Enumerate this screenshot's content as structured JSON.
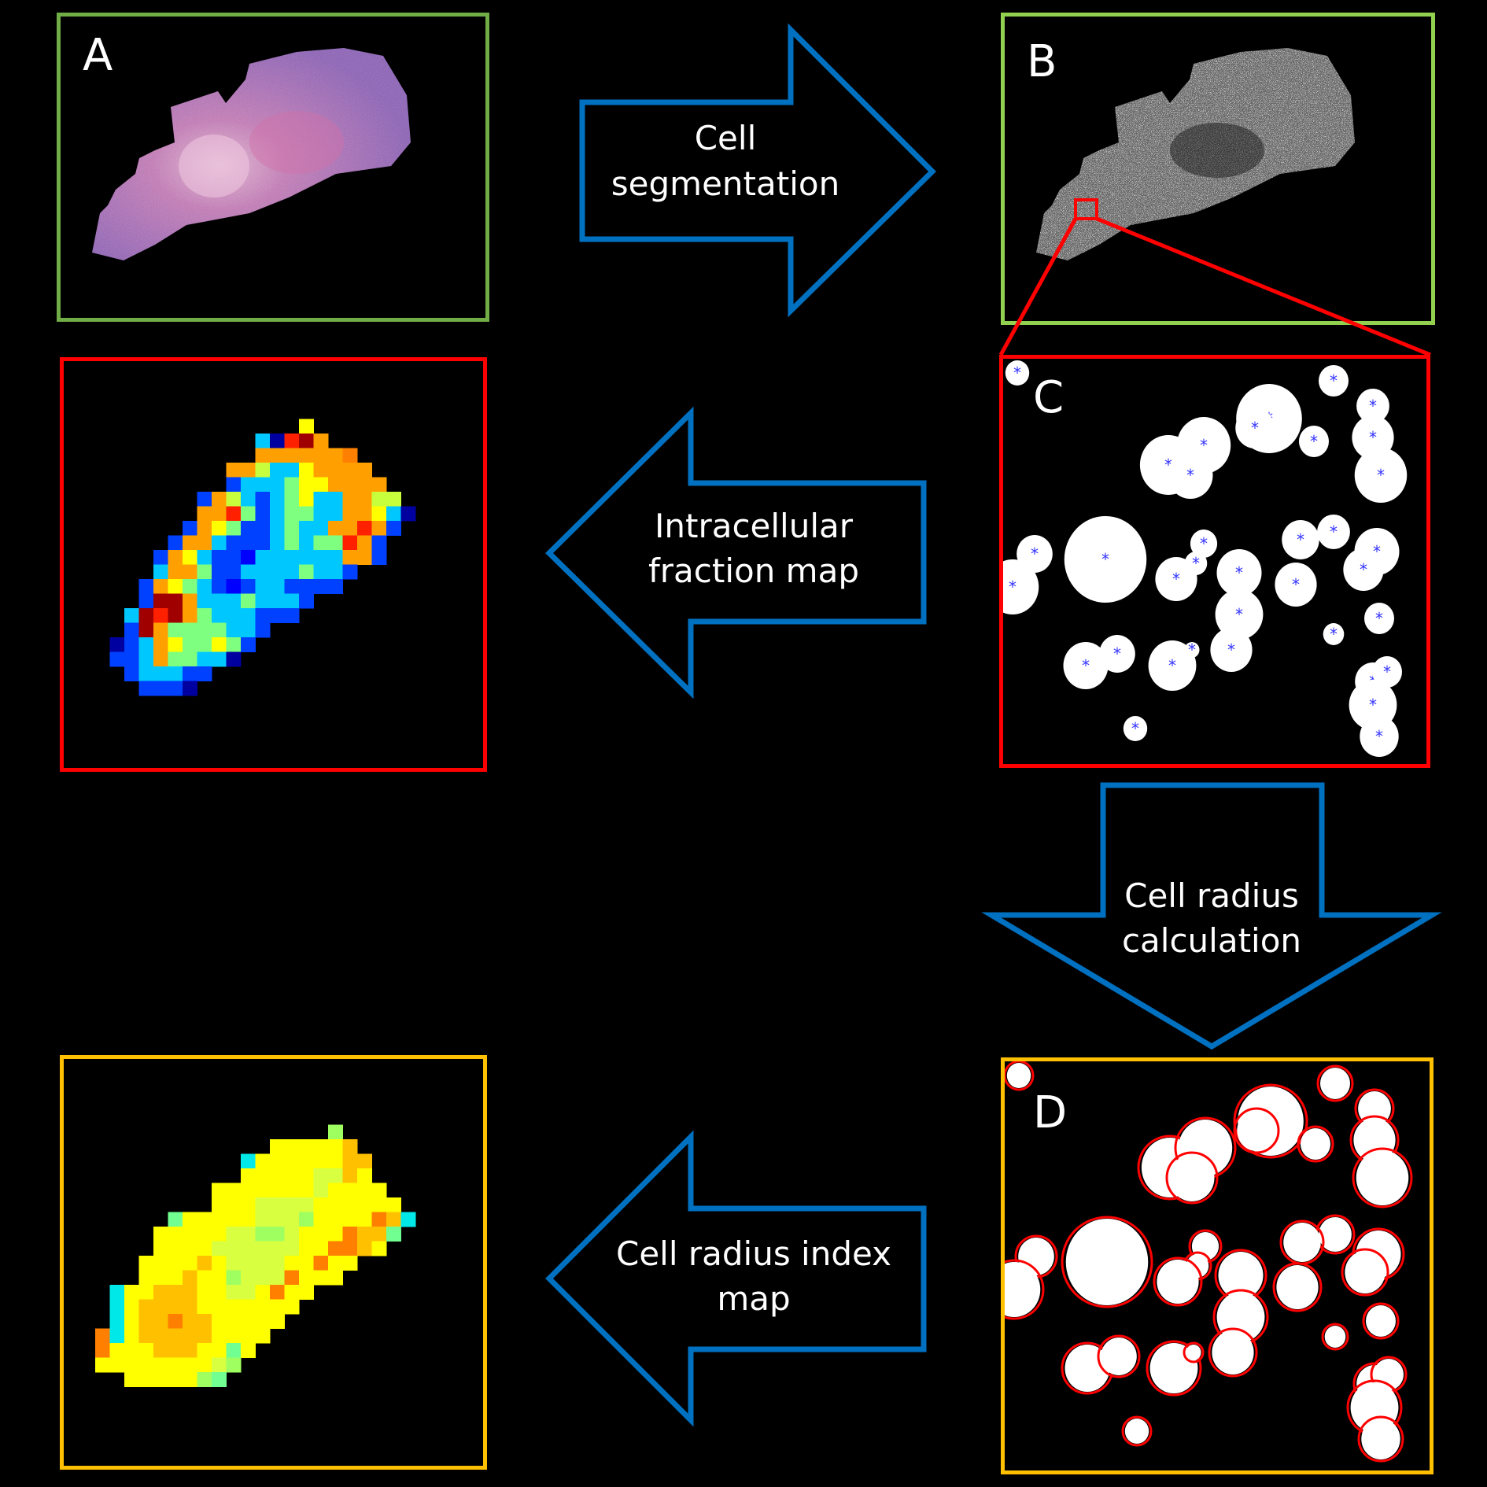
{
  "panels": {
    "a": {
      "label": "A",
      "border": "#70ad47"
    },
    "b": {
      "label": "B",
      "border": "#92d050"
    },
    "c": {
      "label": "C",
      "border": "#ff0000"
    },
    "map1": {
      "border": "#ff0000"
    },
    "d": {
      "label": "D",
      "border": "#ffc000"
    },
    "map2": {
      "border": "#ffc000"
    }
  },
  "arrows": {
    "segmentation": {
      "line1": "Cell",
      "line2": "segmentation"
    },
    "fraction": {
      "line1": "Intracellular",
      "line2": "fraction map"
    },
    "radius_calc": {
      "line1": "Cell radius",
      "line2": "calculation"
    },
    "radius_index": {
      "line1": "Cell radius index",
      "line2": "map"
    }
  },
  "colors": {
    "arrow": "#0070c0",
    "circle": "#ff0000",
    "centroid": "#3333ff"
  },
  "cells": [
    [
      18,
      18,
      16
    ],
    [
      420,
      28,
      20
    ],
    [
      470,
      60,
      22
    ],
    [
      210,
      135,
      38
    ],
    [
      338,
      76,
      44
    ],
    [
      255,
      110,
      36
    ],
    [
      320,
      88,
      26
    ],
    [
      395,
      105,
      20
    ],
    [
      238,
      148,
      30
    ],
    [
      470,
      100,
      28
    ],
    [
      480,
      148,
      35
    ],
    [
      420,
      220,
      22
    ],
    [
      475,
      245,
      30
    ],
    [
      40,
      248,
      24
    ],
    [
      130,
      255,
      55
    ],
    [
      255,
      235,
      18
    ],
    [
      245,
      260,
      15
    ],
    [
      220,
      280,
      28
    ],
    [
      300,
      272,
      30
    ],
    [
      378,
      230,
      25
    ],
    [
      372,
      287,
      28
    ],
    [
      458,
      268,
      27
    ],
    [
      478,
      330,
      20
    ],
    [
      12,
      290,
      35
    ],
    [
      300,
      325,
      32
    ],
    [
      290,
      370,
      28
    ],
    [
      420,
      350,
      14
    ],
    [
      105,
      390,
      30
    ],
    [
      145,
      375,
      24
    ],
    [
      215,
      390,
      32
    ],
    [
      240,
      370,
      10
    ],
    [
      470,
      410,
      24
    ],
    [
      488,
      398,
      20
    ],
    [
      470,
      440,
      32
    ],
    [
      478,
      480,
      26
    ],
    [
      168,
      470,
      16
    ]
  ],
  "heat1": {
    "rows": [
      "......................",
      "..............Y.......",
      "...........cDrRO......",
      "...........OOOOOOo....",
      ".........OOyccYOOOO...",
      ".........bcccGYYOOOO..",
      ".......bOycbcGYccOOyy.",
      ".......OOrGbcGGccOOYcD",
      "......bOYGbbcGccOOrOb.",
      ".....bOOcbbbcGcGGrOb..",
      "....bOYcbbBccccccOOb..",
      "....cOOGbbccccGccb....",
      "...bOYGcbBbccbbbb.....",
      "...bRROcccGcccb.......",
      "..cRrROGcccbbb........",
      "..bROGGGGccb..........",
      ".DbcOYGGYGb...........",
      ".bbcOGGccD............",
      "..bcccbb..............",
      "...bbbD..............."
    ],
    "palette": {
      "D": "#0000a0",
      "B": "#0000ff",
      "b": "#0040ff",
      "c": "#00c8ff",
      "C": "#00ffff",
      "G": "#7fff7f",
      "y": "#c8ff3c",
      "Y": "#ffff00",
      "O": "#ffa000",
      "o": "#ff8000",
      "r": "#ff2000",
      "R": "#a00000"
    }
  },
  "heat2": {
    "rows": [
      "......................",
      "................G.....",
      "............YYYYYO....",
      "..........aYYYYYYOO...",
      "..........YYYYYyyOY...",
      "........YYYYYYYyYYYY..",
      "........YYYyyyyYYYYYY.",
      ".....gYYYYYyyyGYYYYoOa",
      "....YYYYYyyGGyYYYoOOg.",
      "....YYYYyyyyyyYYooOY..",
      "...YYYYOYyyyyYYoYY....",
      "...YYYOYYGyyyoYYY.....",
      ".aYYOOOYYyyYoYY.......",
      ".aYOOOOYYYYYYY........",
      ".aYOOoOOYYYYY.........",
      "oaYOOOOOYYYY..........",
      "oYYYOOOYYgY...........",
      "YYYYYYYYyG............",
      "..YYYYYGg.............",
      "......................"
    ],
    "palette": {
      "Y": "#ffff00",
      "y": "#d8ff40",
      "G": "#a0ff60",
      "g": "#70ff90",
      "a": "#00e8e8",
      "O": "#ffc000",
      "o": "#ff8000"
    }
  }
}
